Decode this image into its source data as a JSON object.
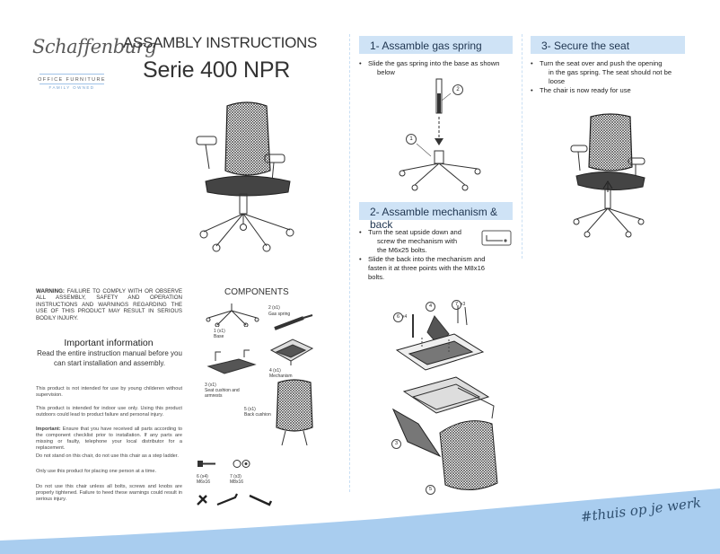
{
  "logo": {
    "script": "Schaffenburg",
    "line1": "OFFICE FURNITURE",
    "line2": "FAMILY OWNED"
  },
  "header": {
    "title": "ASSAMBLY INSTRUCTIONS",
    "subtitle": "Serie 400 NPR"
  },
  "warning": {
    "label": "WARNING:",
    "text": " FAILURE TO COMPLY WITH OR OBSERVE ALL ASSEMBLY, SAFETY AND OPERATION INSTRUCTIONS AND WARNINGS REGARDING THE USE OF THIS PRODUCT MAY RESULT IN SERIOUS BODILY INJURY."
  },
  "important": {
    "title": "Important information",
    "text": "Read the entire instruction manual before you can start installation and assembly."
  },
  "notes": {
    "n1": "This product is not intended for use by young childeren without supervision.",
    "n2": "This product is intended for indoor use only. Using this product outdoors could lead to product failure and personal injury.",
    "n3_label": "Important:",
    "n3": " Ensure that you have received all parts according to the component checklist prior to installation. If any parts are missing or faulty, telephone your local distributor for a replacement.",
    "n4": "Do not stand on this chair, do not use this chair as a step ladder.",
    "n5": "Only use this product for placing one person at a time.",
    "n6": "Do not use this chair unless all bolts, screws and knobs are properly tightened. Failure to heed these warnings could result in serious injury."
  },
  "components": {
    "title": "COMPONENTS",
    "c1": {
      "qty": "1 (x1)",
      "name": "Base"
    },
    "c2": {
      "qty": "2 (x1)",
      "name": "Gas spring"
    },
    "c3": {
      "qty": "3 (x1)",
      "name": "Seat cushion and armrests"
    },
    "c4": {
      "qty": "4 (x1)",
      "name": "Mechanism"
    },
    "c5": {
      "qty": "5 (x1)",
      "name": "Back cushion"
    },
    "c6": {
      "qty": "6 (x4)",
      "name": "M6x16"
    },
    "c7": {
      "qty": "7 (x3)",
      "name": "M8x16"
    }
  },
  "step1": {
    "title": "1- Assamble gas spring",
    "bullet1_a": "Slide the gas spring into the base as shown",
    "bullet1_b": "below",
    "callout1": "1",
    "callout2": "2"
  },
  "step2": {
    "title": "2- Assamble mechanism & back",
    "bullet1_a": "Turn the seat upside down and",
    "bullet1_b": "screw the mechanism with",
    "bullet1_c": "the M6x25 bolts.",
    "bullet2_a": "Slide the back into the mechanism and",
    "bullet2_b": "fasten it at three points with the M8x16",
    "bullet2_c": "bolts.",
    "callout_6": "6",
    "callout_6_qty": "x4",
    "callout_4": "4",
    "callout_7": "7",
    "callout_7_qty": "x3",
    "callout_3": "3",
    "callout_5": "5"
  },
  "step3": {
    "title": "3- Secure the seat",
    "bullet1_a": "Turn the seat over and push the opening",
    "bullet1_b": "in the gas spring. The seat should not be",
    "bullet1_c": "loose",
    "bullet2": "The chair is now ready for use"
  },
  "footer": {
    "hashtag": "#thuis op je werk"
  },
  "colors": {
    "accent_light": "#cfe3f6",
    "wave": "#a9cdef",
    "heading_text": "#1f3550"
  }
}
